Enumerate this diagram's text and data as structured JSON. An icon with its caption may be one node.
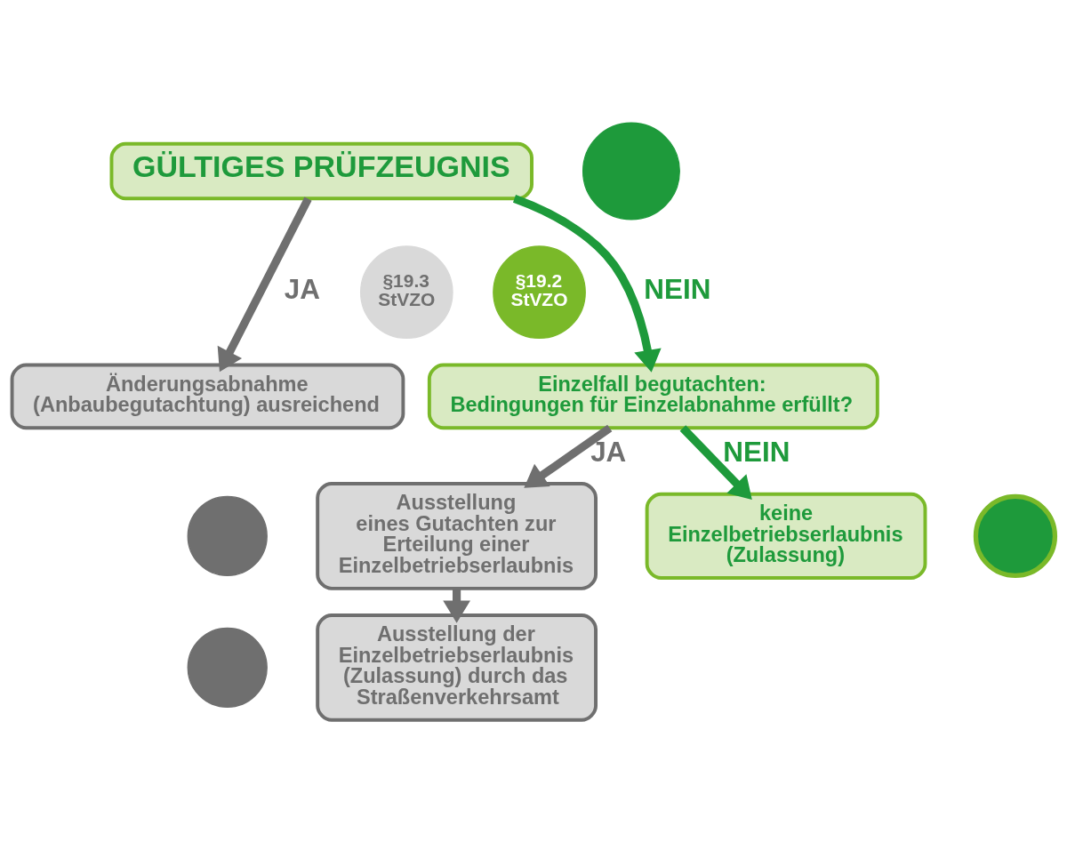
{
  "diagram": {
    "nodes": [
      {
        "text": [
          "GÜLTIGES PRÜFZEUGNIS"
        ]
      },
      {
        "text": [],
        "shape": "circle"
      },
      {
        "text": [
          "§19.3 StVZO"
        ]
      },
      {
        "text": [
          "§19.2 StVZO"
        ]
      },
      {
        "text": [
          "Änderungsabnahme (Anbaubegutachtung) ausreichend"
        ]
      },
      {
        "text": [
          "Einzelfall begutachten: Bedingungen für Einzelabnahme erfüllt?"
        ]
      },
      {
        "text": [],
        "shape": "circle"
      },
      {
        "text": [],
        "shape": "circle"
      },
      {
        "text": [
          "Ausstellung eines Gutachten zur Erteilung einer Einzelbetriebserlaubnis"
        ]
      },
      {
        "text": [
          "keine Einzelbetriebserlaubnis (Zulassung)"
        ]
      },
      {
        "text": [],
        "shape": "circle"
      },
      {
        "text": [
          "Ausstellung der Einzelbetriebserlaubnis (Zulassung) durch das Straßenverkehrsamt"
        ]
      }
    ],
    "edges": [
      {
        "from": 0,
        "to": 4,
        "arrow": "to",
        "label": "JA"
      },
      {
        "from": 0,
        "to": 5,
        "arrow": "to",
        "label": "NEIN",
        "color": "#1e9a3b"
      },
      {
        "from": 5,
        "to": 8,
        "arrow": "to",
        "label": "JA"
      },
      {
        "from": 5,
        "to": 9,
        "arrow": "to",
        "label": "NEIN",
        "color": "#1e9a3b"
      },
      {
        "from": 8,
        "to": 11,
        "arrow": "to"
      }
    ]
  }
}
